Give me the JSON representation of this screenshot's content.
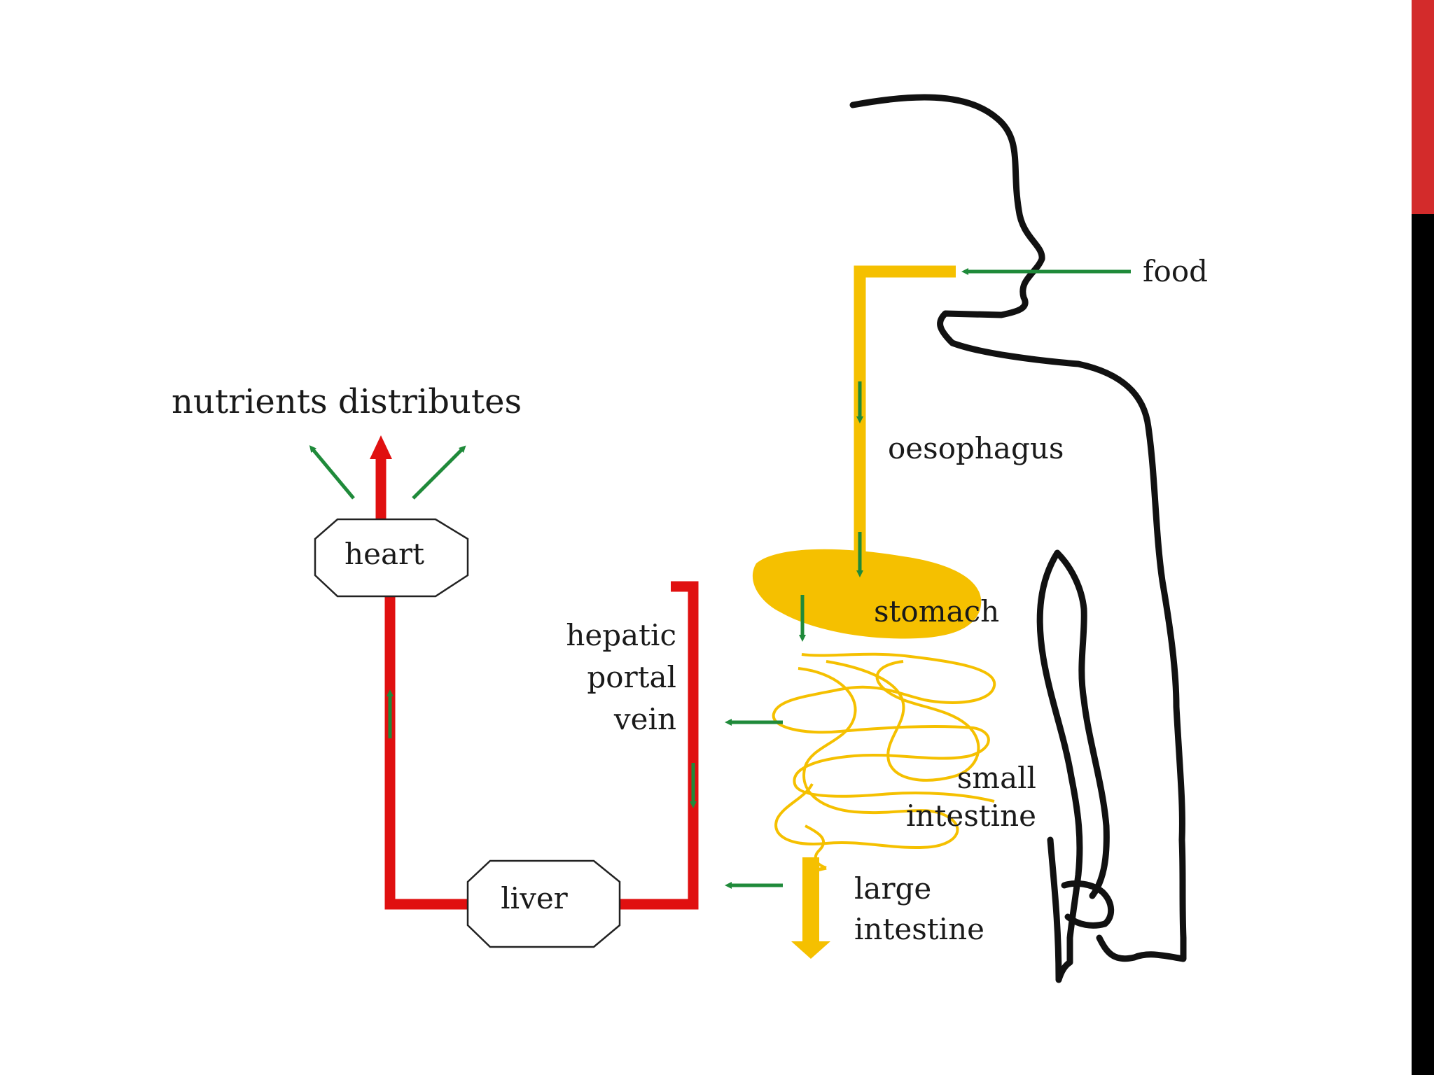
{
  "labels": {
    "title": "nutrients distributes",
    "food": "food",
    "oesophagus": "oesophagus",
    "stomach": "stomach",
    "small_intestine": [
      "small",
      "intestine"
    ],
    "large_intestine": [
      "large",
      "intestine"
    ],
    "hepatic_portal_vein": [
      "hepatic",
      "portal",
      "vein"
    ],
    "heart": "heart",
    "liver": "liver"
  },
  "colors": {
    "digestive_tract": "#f5c000",
    "blood_vessel": "#e01010",
    "flow_arrow": "#1f8a3a",
    "body_outline": "#111111",
    "slide_accent_red": "#d32b2b",
    "slide_accent_black": "#000000"
  },
  "icons": {
    "flow_arrow": "green-arrow-icon",
    "vessel_arrow": "red-arrow-icon"
  }
}
